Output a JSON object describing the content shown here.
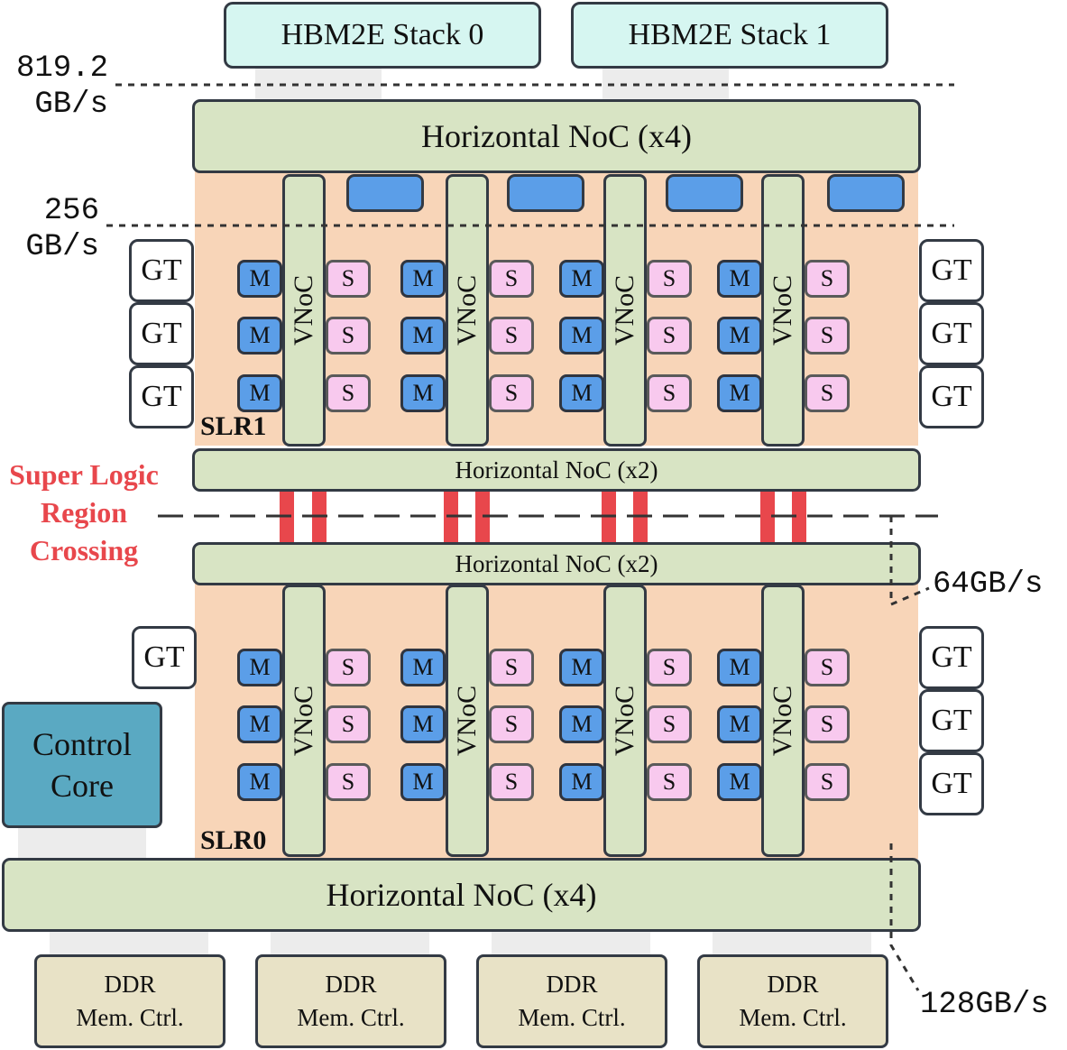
{
  "hbm": [
    "HBM2E Stack 0",
    "HBM2E Stack 1"
  ],
  "noc": {
    "top_x4": "Horizontal NoC (x4)",
    "slr1_bottom_x2": "Horizontal NoC (x2)",
    "slr0_top_x2": "Horizontal NoC (x2)",
    "bottom_x4": "Horizontal NoC (x4)"
  },
  "vnoc_label": "VNoC",
  "master_label": "M",
  "slave_label": "S",
  "gt_label": "GT",
  "slr_labels": {
    "slr1": "SLR1",
    "slr0": "SLR0"
  },
  "control_core": [
    "Control",
    "Core"
  ],
  "ddr": [
    {
      "line1": "DDR",
      "line2": "Mem. Ctrl."
    },
    {
      "line1": "DDR",
      "line2": "Mem. Ctrl."
    },
    {
      "line1": "DDR",
      "line2": "Mem. Ctrl."
    },
    {
      "line1": "DDR",
      "line2": "Mem. Ctrl."
    }
  ],
  "bandwidth": {
    "hbm_line1": "819.2",
    "hbm_line2": "GB/s",
    "vnoc_line1": "256",
    "vnoc_line2": "GB/s",
    "slr_crossing": "64GB/s",
    "ddr": "128GB/s"
  },
  "crossing_label": [
    "Super Logic",
    "Region",
    "Crossing"
  ],
  "colors": {
    "hbm": "#d6f6f1",
    "noc": "#d8e4c4",
    "slr": "#f8d5b8",
    "master": "#5b9ee8",
    "slave": "#f8c9ee",
    "control_core": "#5aa9c2",
    "ddr": "#e8e2c6",
    "crossing": "#e8474c"
  }
}
